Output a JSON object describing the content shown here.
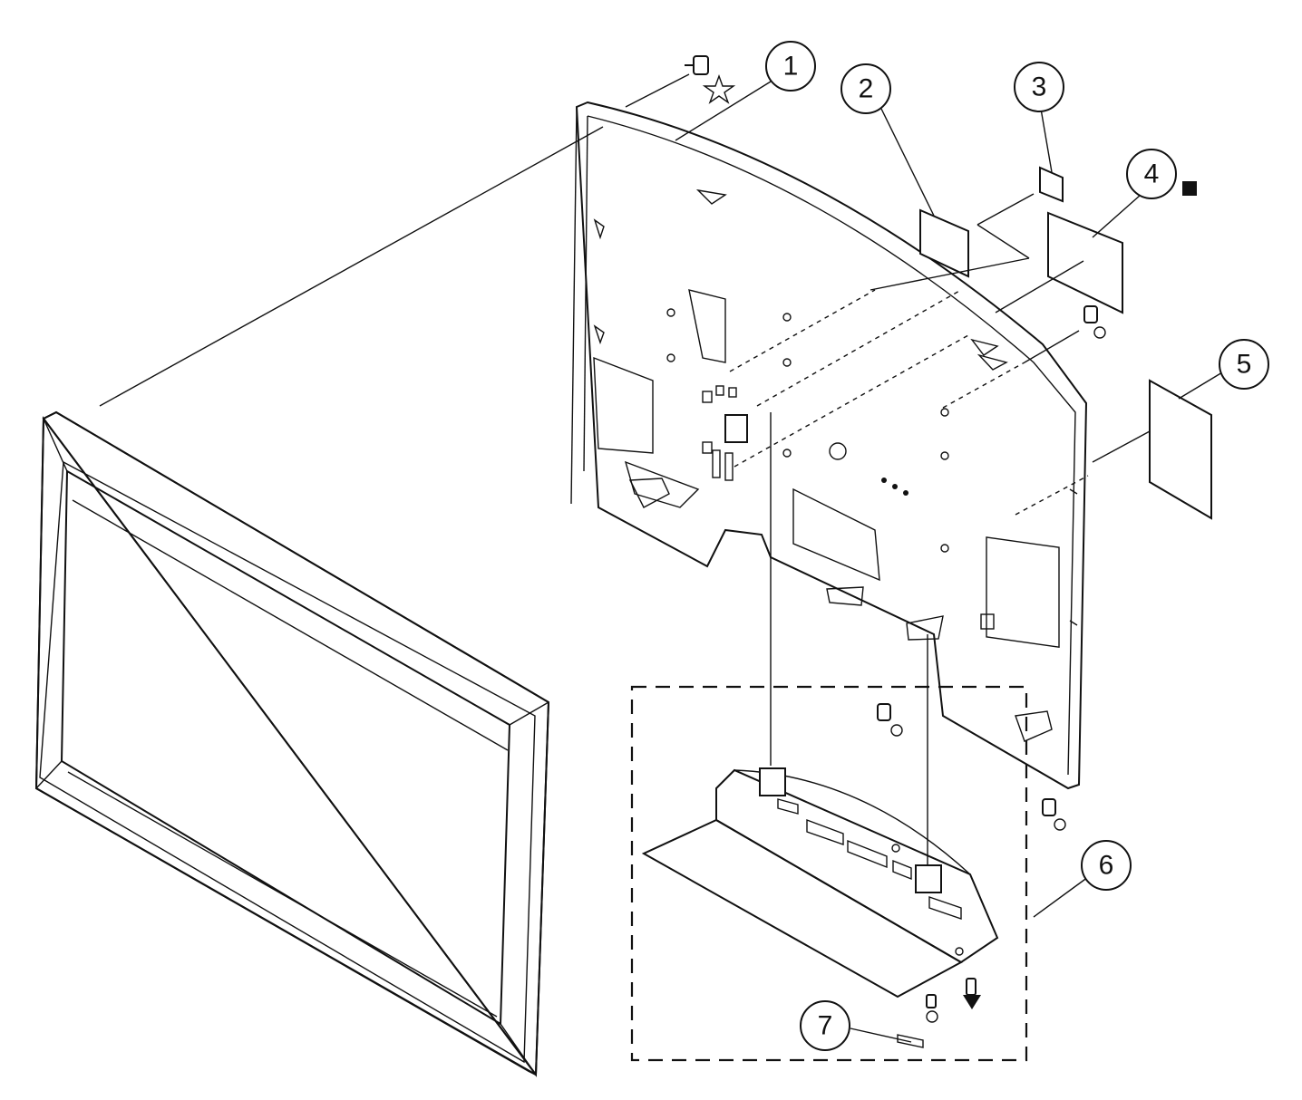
{
  "callouts": [
    {
      "id": "1",
      "label": "1"
    },
    {
      "id": "2",
      "label": "2"
    },
    {
      "id": "3",
      "label": "3"
    },
    {
      "id": "4",
      "label": "4"
    },
    {
      "id": "5",
      "label": "5"
    },
    {
      "id": "6",
      "label": "6"
    },
    {
      "id": "7",
      "label": "7"
    }
  ],
  "symbols": {
    "star": "star-outline-icon",
    "square": "filled-square-icon",
    "triangle": "filled-triangle-icon"
  }
}
